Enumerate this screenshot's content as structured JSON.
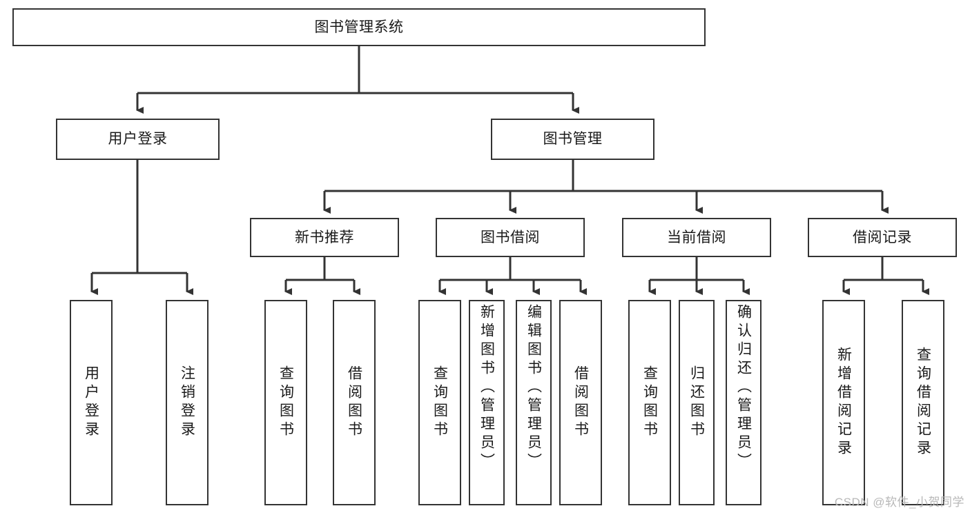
{
  "diagram": {
    "type": "tree-hierarchy-flowchart",
    "orientation": "top-down",
    "root": {
      "id": "root",
      "label": "图书管理系统"
    },
    "level2": [
      {
        "id": "user-login",
        "label": "用户登录"
      },
      {
        "id": "book-manage",
        "label": "图书管理"
      }
    ],
    "level3": [
      {
        "id": "new-book-recommend",
        "label": "新书推荐",
        "parent": "book-manage"
      },
      {
        "id": "book-borrow",
        "label": "图书借阅",
        "parent": "book-manage"
      },
      {
        "id": "current-borrow",
        "label": "当前借阅",
        "parent": "book-manage"
      },
      {
        "id": "borrow-record",
        "label": "借阅记录",
        "parent": "book-manage"
      }
    ],
    "leaves": [
      {
        "id": "leaf-user-login",
        "label": "用户登录",
        "parent": "user-login"
      },
      {
        "id": "leaf-logout-login",
        "label": "注销登录",
        "parent": "user-login"
      },
      {
        "id": "leaf-query-book-1",
        "label": "查询图书",
        "parent": "new-book-recommend"
      },
      {
        "id": "leaf-borrow-book-1",
        "label": "借阅图书",
        "parent": "new-book-recommend"
      },
      {
        "id": "leaf-query-book-2",
        "label": "查询图书",
        "parent": "book-borrow"
      },
      {
        "id": "leaf-add-book",
        "label": "新增图书（管理员）",
        "parent": "book-borrow"
      },
      {
        "id": "leaf-edit-book",
        "label": "编辑图书（管理员）",
        "parent": "book-borrow"
      },
      {
        "id": "leaf-borrow-book-2",
        "label": "借阅图书",
        "parent": "book-borrow"
      },
      {
        "id": "leaf-query-book-3",
        "label": "查询图书",
        "parent": "current-borrow"
      },
      {
        "id": "leaf-return-book",
        "label": "归还图书",
        "parent": "current-borrow"
      },
      {
        "id": "leaf-confirm-return",
        "label": "确认归还（管理员）",
        "parent": "current-borrow"
      },
      {
        "id": "leaf-add-record",
        "label": "新增借阅记录",
        "parent": "borrow-record"
      },
      {
        "id": "leaf-query-record",
        "label": "查询借阅记录",
        "parent": "borrow-record"
      }
    ],
    "colors": {
      "stroke": "#333333",
      "fill": "#ffffff",
      "text": "#1a1a1a",
      "watermark": "#b8b8b8"
    }
  },
  "watermark": {
    "text": "CSDN @软件_小贺同学"
  }
}
